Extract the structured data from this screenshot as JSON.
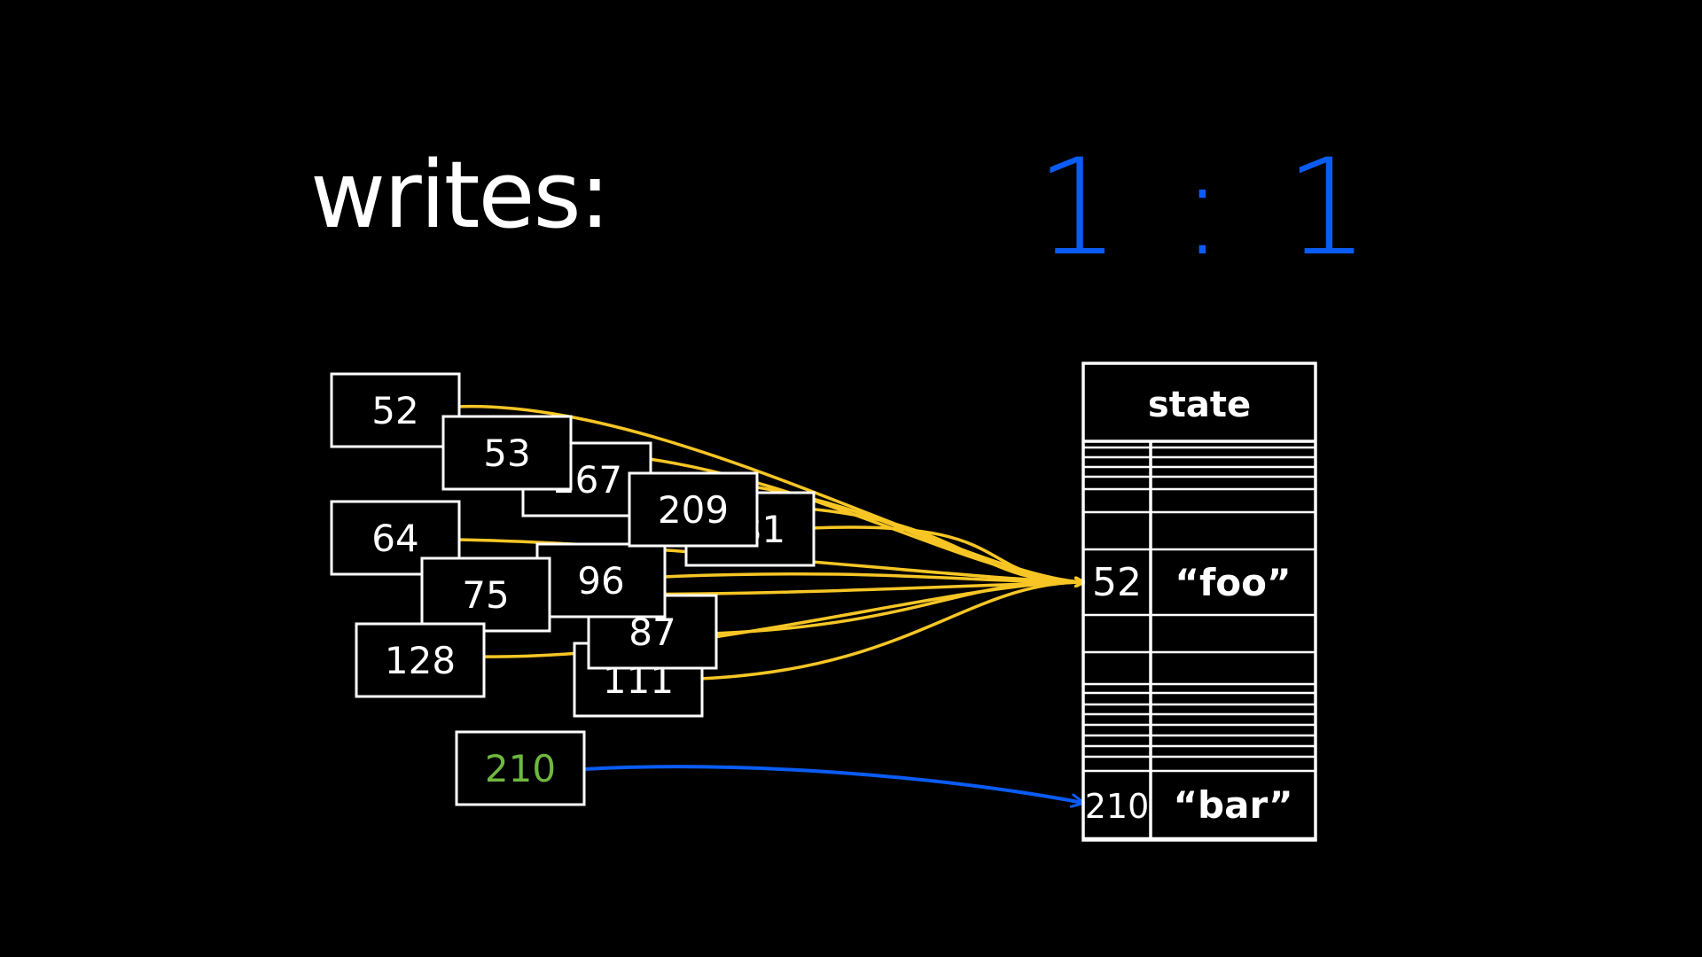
{
  "title": "writes:",
  "ratio": "1 : 1",
  "colors": {
    "background": "#000000",
    "stroke": "#ffffff",
    "fanout_arrows": "#f7c625",
    "direct_arrow": "#0a5cf5",
    "new_write": "#6fb83f",
    "ratio": "#0a5cf5"
  },
  "writes": [
    {
      "id": "w111",
      "label": "111"
    },
    {
      "id": "w87",
      "label": "87"
    },
    {
      "id": "w96",
      "label": "96"
    },
    {
      "id": "w167",
      "label": "167"
    },
    {
      "id": "w181",
      "label": "181"
    },
    {
      "id": "w209",
      "label": "209"
    },
    {
      "id": "w52",
      "label": "52"
    },
    {
      "id": "w53",
      "label": "53"
    },
    {
      "id": "w64",
      "label": "64"
    },
    {
      "id": "w75",
      "label": "75"
    },
    {
      "id": "w128",
      "label": "128"
    },
    {
      "id": "w210",
      "label": "210",
      "highlight": true
    }
  ],
  "state_table": {
    "header": "state",
    "rows": [
      {
        "key": "52",
        "value": "“foo”"
      },
      {
        "key": "210",
        "value": "“bar”"
      }
    ]
  }
}
